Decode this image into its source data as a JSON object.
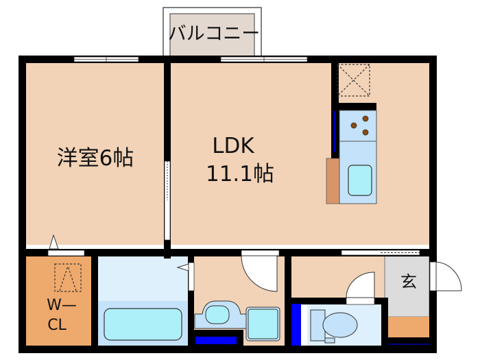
{
  "floorplan": {
    "title": "1LDK floor plan",
    "colors": {
      "wall": "#000000",
      "room_floor": "#f2d3b7",
      "closet_floor": "#eea96c",
      "wet_area": "#ddf0fc",
      "bath_floor": "#c4e2f9",
      "fixture": "#aef0f9",
      "entrance_floor": "#dcdcdc",
      "balcony": "#e3d8d0",
      "storage_blue": "#0000ff",
      "kitchen_counter_side": "#d8956a",
      "burner": "#8a4a10"
    },
    "rooms": [
      {
        "id": "western-room",
        "label": "洋室6帖",
        "type": "bedroom"
      },
      {
        "id": "ldk",
        "label_line1": "LDK",
        "label_line2": "11.1帖",
        "type": "living-dining-kitchen"
      },
      {
        "id": "balcony",
        "label": "バルコニー",
        "type": "balcony"
      },
      {
        "id": "walk-in-closet",
        "label_line1": "W—",
        "label_line2": "CL",
        "type": "closet"
      },
      {
        "id": "entrance",
        "label": "玄",
        "type": "entrance"
      },
      {
        "id": "bathroom",
        "label": "",
        "type": "bath"
      },
      {
        "id": "washroom",
        "label": "",
        "type": "washroom"
      },
      {
        "id": "toilet",
        "label": "",
        "type": "toilet"
      },
      {
        "id": "hallway",
        "label": "",
        "type": "hallway"
      }
    ],
    "icons": [
      "refrigerator-space-icon",
      "stove-burners-icon",
      "kitchen-sink-icon",
      "washbasin-icon",
      "washing-machine-icon",
      "bathtub-icon",
      "toilet-icon",
      "attic-hatch-icon"
    ]
  }
}
